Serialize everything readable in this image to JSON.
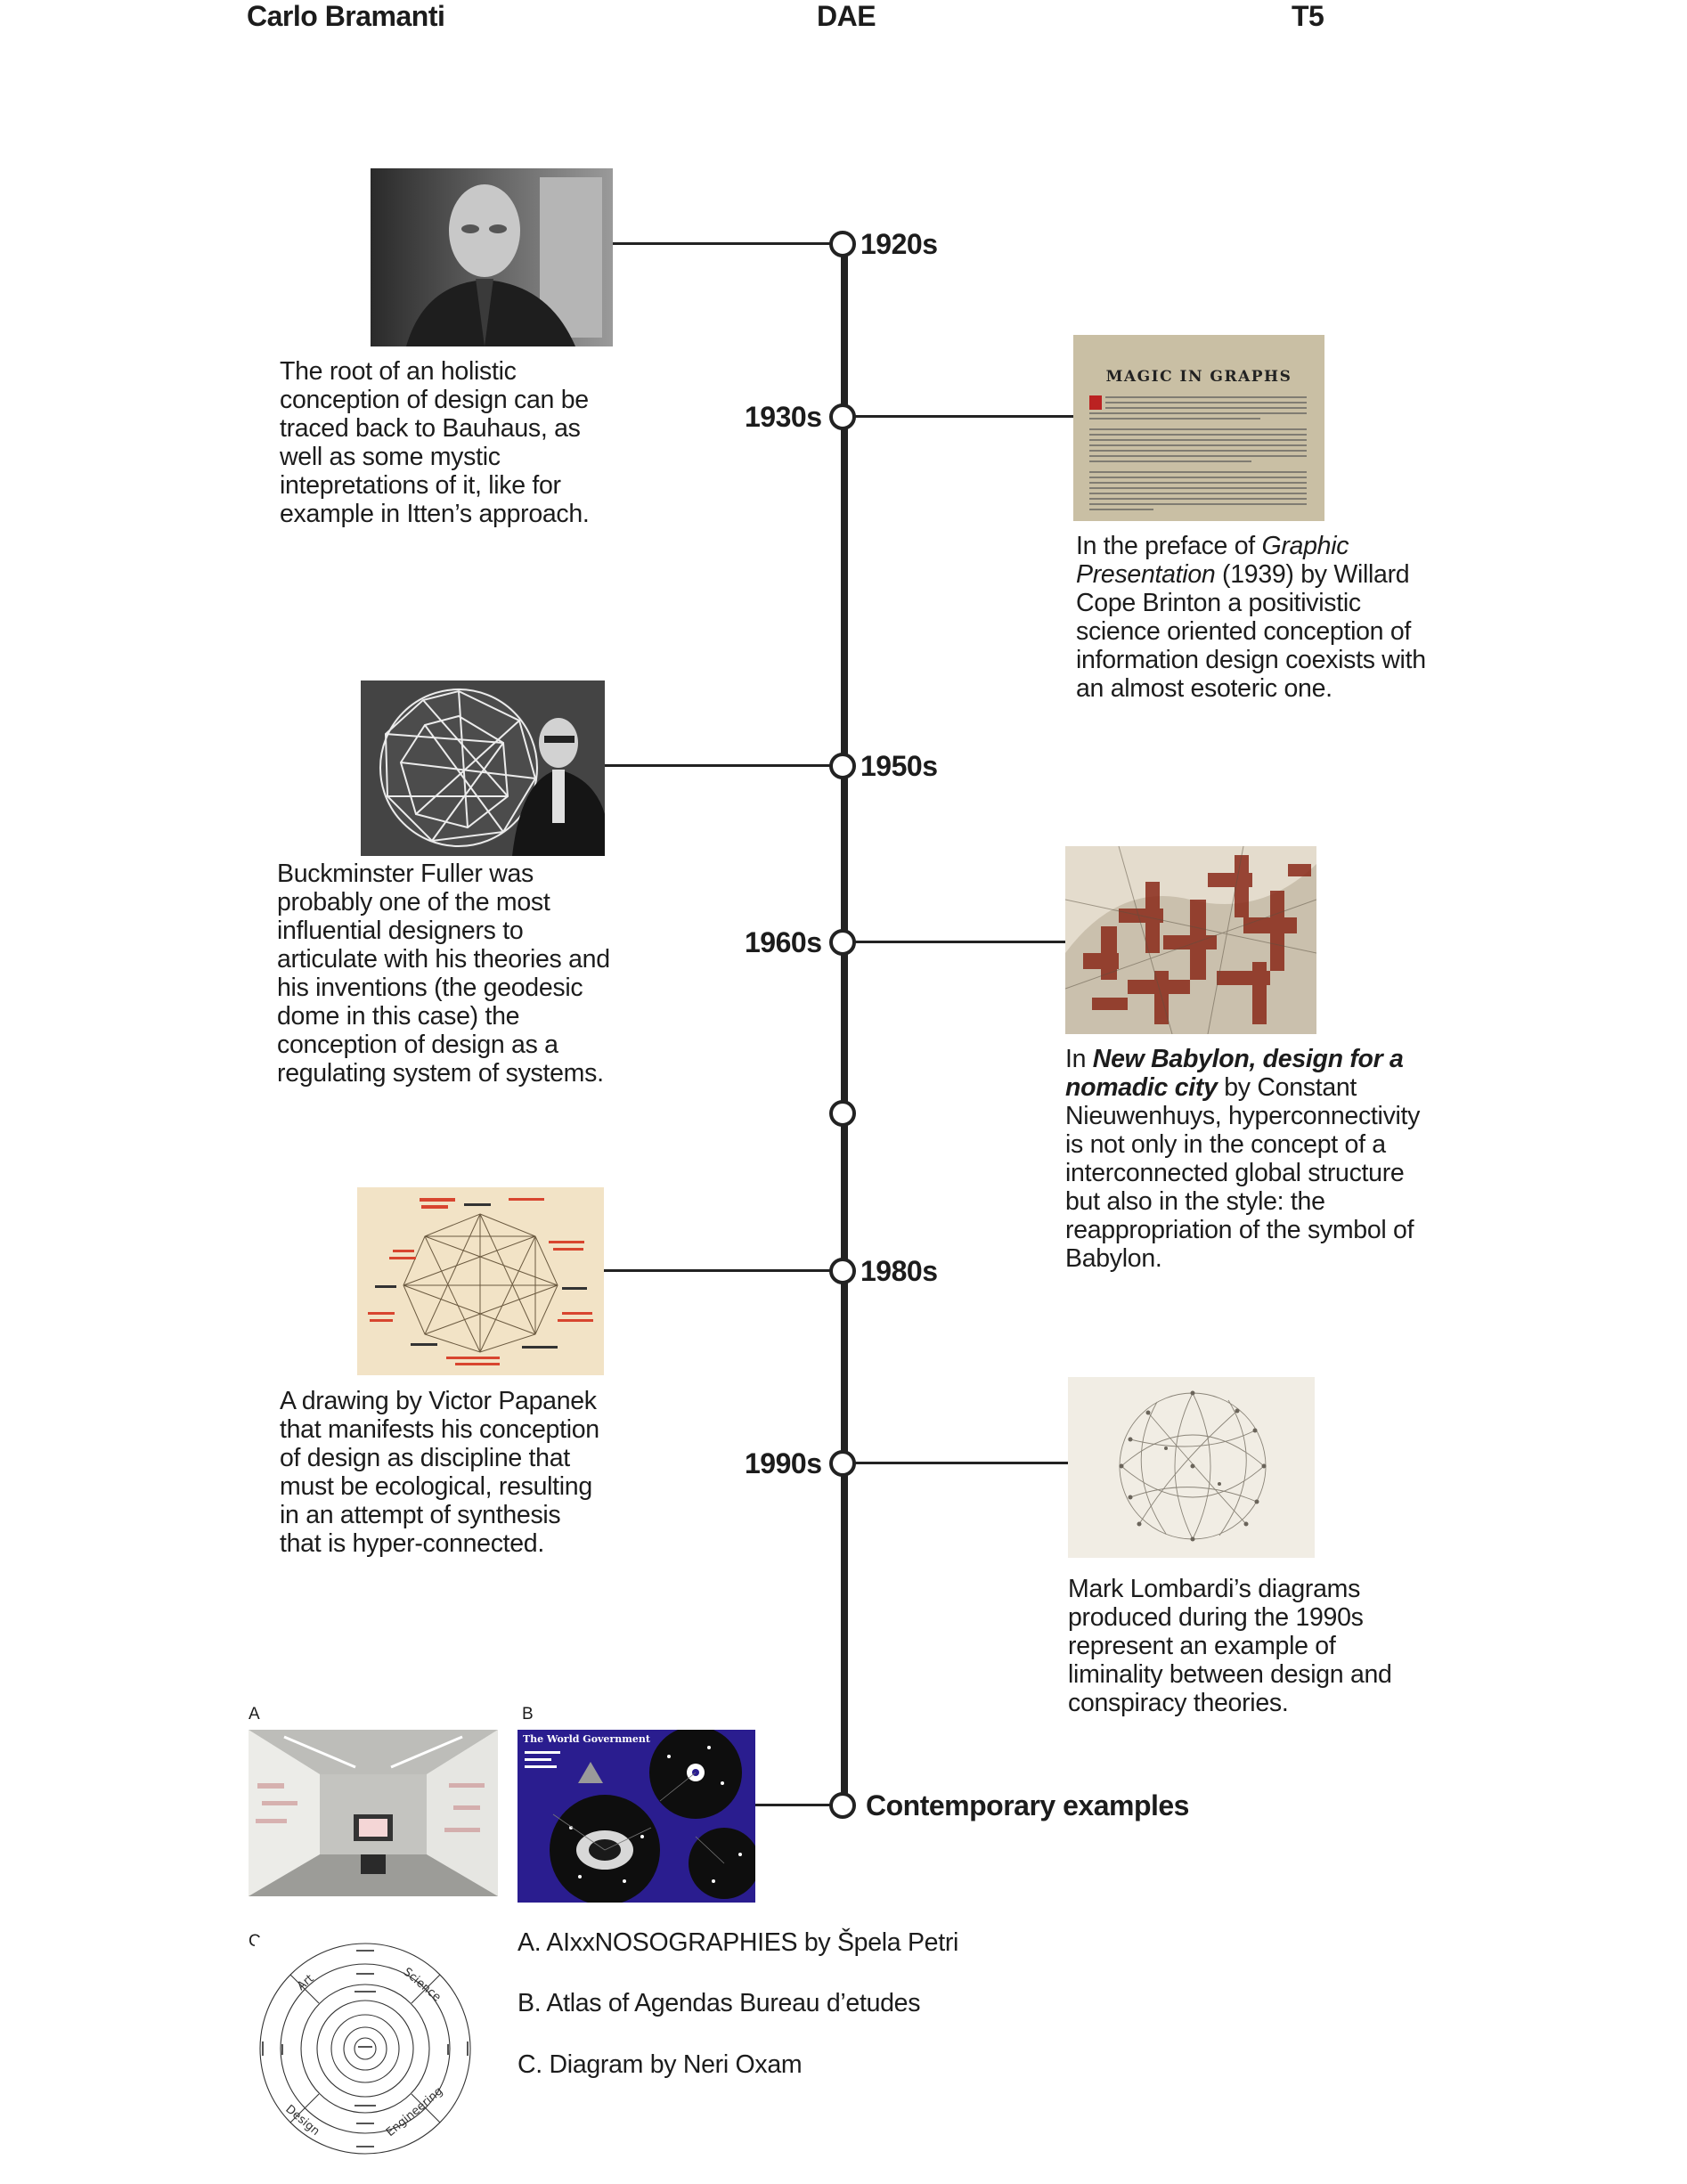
{
  "header": {
    "author": "Carlo Bramanti",
    "course": "DAE",
    "code": "T5"
  },
  "timeline": {
    "years": {
      "y1920": "1920s",
      "y1930": "1930s",
      "y1950": "1950s",
      "y1960": "1960s",
      "y1980": "1980s",
      "y1990": "1990s"
    },
    "contemporary": "Contemporary examples"
  },
  "entries": {
    "bauhaus": {
      "text": "The root of an holistic conception of design can be traced back to Bauhaus, as well as some mystic intepretations of it, like for example in Itten’s approach."
    },
    "brinton": {
      "pre": "In the preface of ",
      "title": "Graphic Presentation",
      "post": " (1939) by Willard Cope Brinton a positivistic science oriented conception of information design coexists with an almost esoteric one.",
      "image_heading": "MAGIC IN GRAPHS"
    },
    "fuller": {
      "text": "Buckminster Fuller was probably one of the most influential designers to articulate with his theories and his inventions (the geodesic dome in this case) the conception of design as a regulating system of systems."
    },
    "babylon": {
      "pre": "In ",
      "title": "New Babylon, design for a nomadic city",
      "post": " by Constant Nieuwenhuys, hyperconnectivity is not only in the concept of a interconnected global structure but also in the style: the reappropriation of the symbol of Babylon."
    },
    "papanek": {
      "text": "A drawing by Victor Papanek that manifests his conception of design as discipline that must be ecological, resulting in an attempt of synthesis that is hyper-connected."
    },
    "lombardi": {
      "text": "Mark Lombardi’s diagrams produced during the 1990s represent an example of liminality between design and conspiracy theories."
    }
  },
  "examples": {
    "labels": {
      "a": "A",
      "b": "B",
      "c": "C"
    },
    "captions": {
      "a": "A. AIxxNOSOGRAPHIES by Špela Petri",
      "b": "B. Atlas of Agendas Bureau d’etudes",
      "c": "C. Diagram by Neri Oxam"
    },
    "atlas_title": "The World Government",
    "oxam_words": {
      "art": "Art",
      "science": "Science",
      "design": "Design",
      "engineering": "Engineering"
    }
  },
  "colors": {
    "ink": "#222222",
    "paper_aged": "#c9bfa4",
    "babylon_red": "#8a2a1a",
    "atlas_blue": "#2a1d8f",
    "papanek_red": "#d8452f"
  }
}
